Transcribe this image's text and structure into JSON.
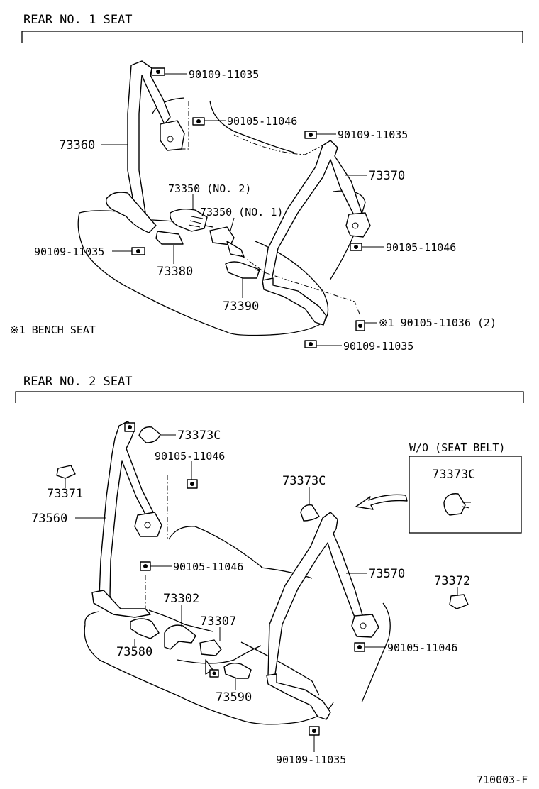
{
  "sections": [
    {
      "title": "REAR NO. 1 SEAT",
      "note": "※1 BENCH SEAT"
    },
    {
      "title": "REAR NO. 2 SEAT",
      "inset_title": "W/O (SEAT BELT)"
    }
  ],
  "section1_labels": {
    "a": "90109-11035",
    "b": "90105-11046",
    "c": "90109-11035",
    "d": "73360",
    "e": "73370",
    "f": "73350 (NO. 2)",
    "g": "73350 (NO. 1)",
    "h": "90105-11046",
    "i": "90109-11035",
    "j": "73380",
    "k": "73390",
    "l": "※1 90105-11036 (2)",
    "m": "90109-11035"
  },
  "section2_labels": {
    "a": "73373C",
    "b": "90105-11046",
    "c": "73371",
    "d": "73560",
    "e": "73373C",
    "f": "73373C",
    "g": "73570",
    "h": "90105-11046",
    "i": "73372",
    "j": "73302",
    "k": "73307",
    "l": "73580",
    "m": "73590",
    "n": "90105-11046",
    "o": "90109-11035"
  },
  "footer": {
    "code": "710003-F"
  }
}
